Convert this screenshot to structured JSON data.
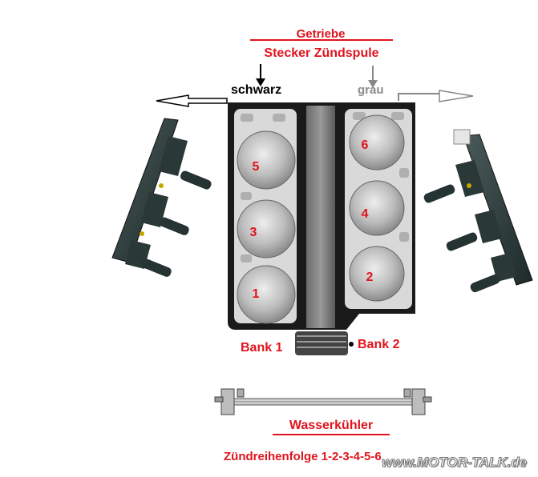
{
  "labels": {
    "top_title": "Getriebe",
    "connector_title": "Stecker Zündspule",
    "wire_left": "schwarz",
    "wire_right": "grau",
    "bank_left": "Bank 1",
    "bank_right": "Bank 2",
    "radiator": "Wasserkühler",
    "firing_order": "Zündreihenfolge  1-2-3-4-5-6",
    "watermark": "www.MOTOR-TALK.de"
  },
  "cylinders": {
    "bank1": [
      "5",
      "3",
      "1"
    ],
    "bank2": [
      "6",
      "4",
      "2"
    ]
  },
  "colors": {
    "label_red": "#e0141e",
    "engine_dark": "#1a1a1a",
    "cylinder_gray": "#b8b8b8",
    "coil_dark": "#2b3a3a",
    "grau_text": "#8a8a8a"
  }
}
